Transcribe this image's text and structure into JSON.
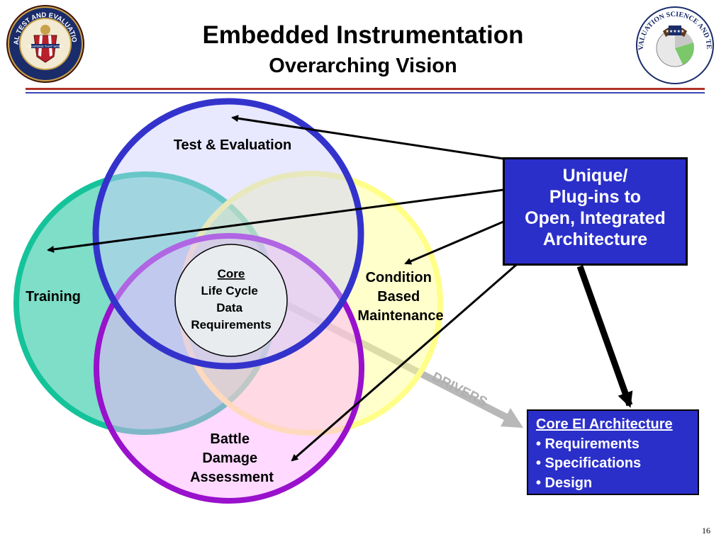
{
  "header": {
    "title": "Embedded Instrumentation",
    "subtitle": "Overarching Vision",
    "left_seal_text": "OPERATIONAL TEST AND EVALUATION DIRECTOR",
    "left_seal_banner": "WEAPONS THAT WORK",
    "right_seal_text": "TEST AND EVALUATION SCIENCE AND TECHNOLOGY"
  },
  "diagram": {
    "circles": {
      "test_evaluation": "Test & Evaluation",
      "training": "Training",
      "condition_based_maintenance": [
        "Condition",
        "Based",
        "Maintenance"
      ],
      "battle_damage_assessment": [
        "Battle",
        "Damage",
        "Assessment"
      ]
    },
    "core": {
      "title": "Core",
      "lines": [
        "Life Cycle",
        "Data",
        "Requirements"
      ]
    },
    "drivers_label": "DRIVERS",
    "colors": {
      "test_evaluation": "#3333cc",
      "training": "#14c39a",
      "condition_based_maintenance": "#ffff88",
      "battle_damage_assessment": "#9911cc",
      "callout_fill": "#2b2fc9",
      "drivers_arrow": "#b8b8b8",
      "rule_red": "#b0302a",
      "rule_blue": "#3a46b8"
    }
  },
  "plugins_box": {
    "lines": [
      "Unique/",
      "Plug-ins to",
      "Open, Integrated",
      "Architecture"
    ]
  },
  "core_ei_box": {
    "header": "Core EI Architecture",
    "items": [
      "• Requirements",
      "• Specifications",
      "• Design"
    ]
  },
  "page_number": "16"
}
